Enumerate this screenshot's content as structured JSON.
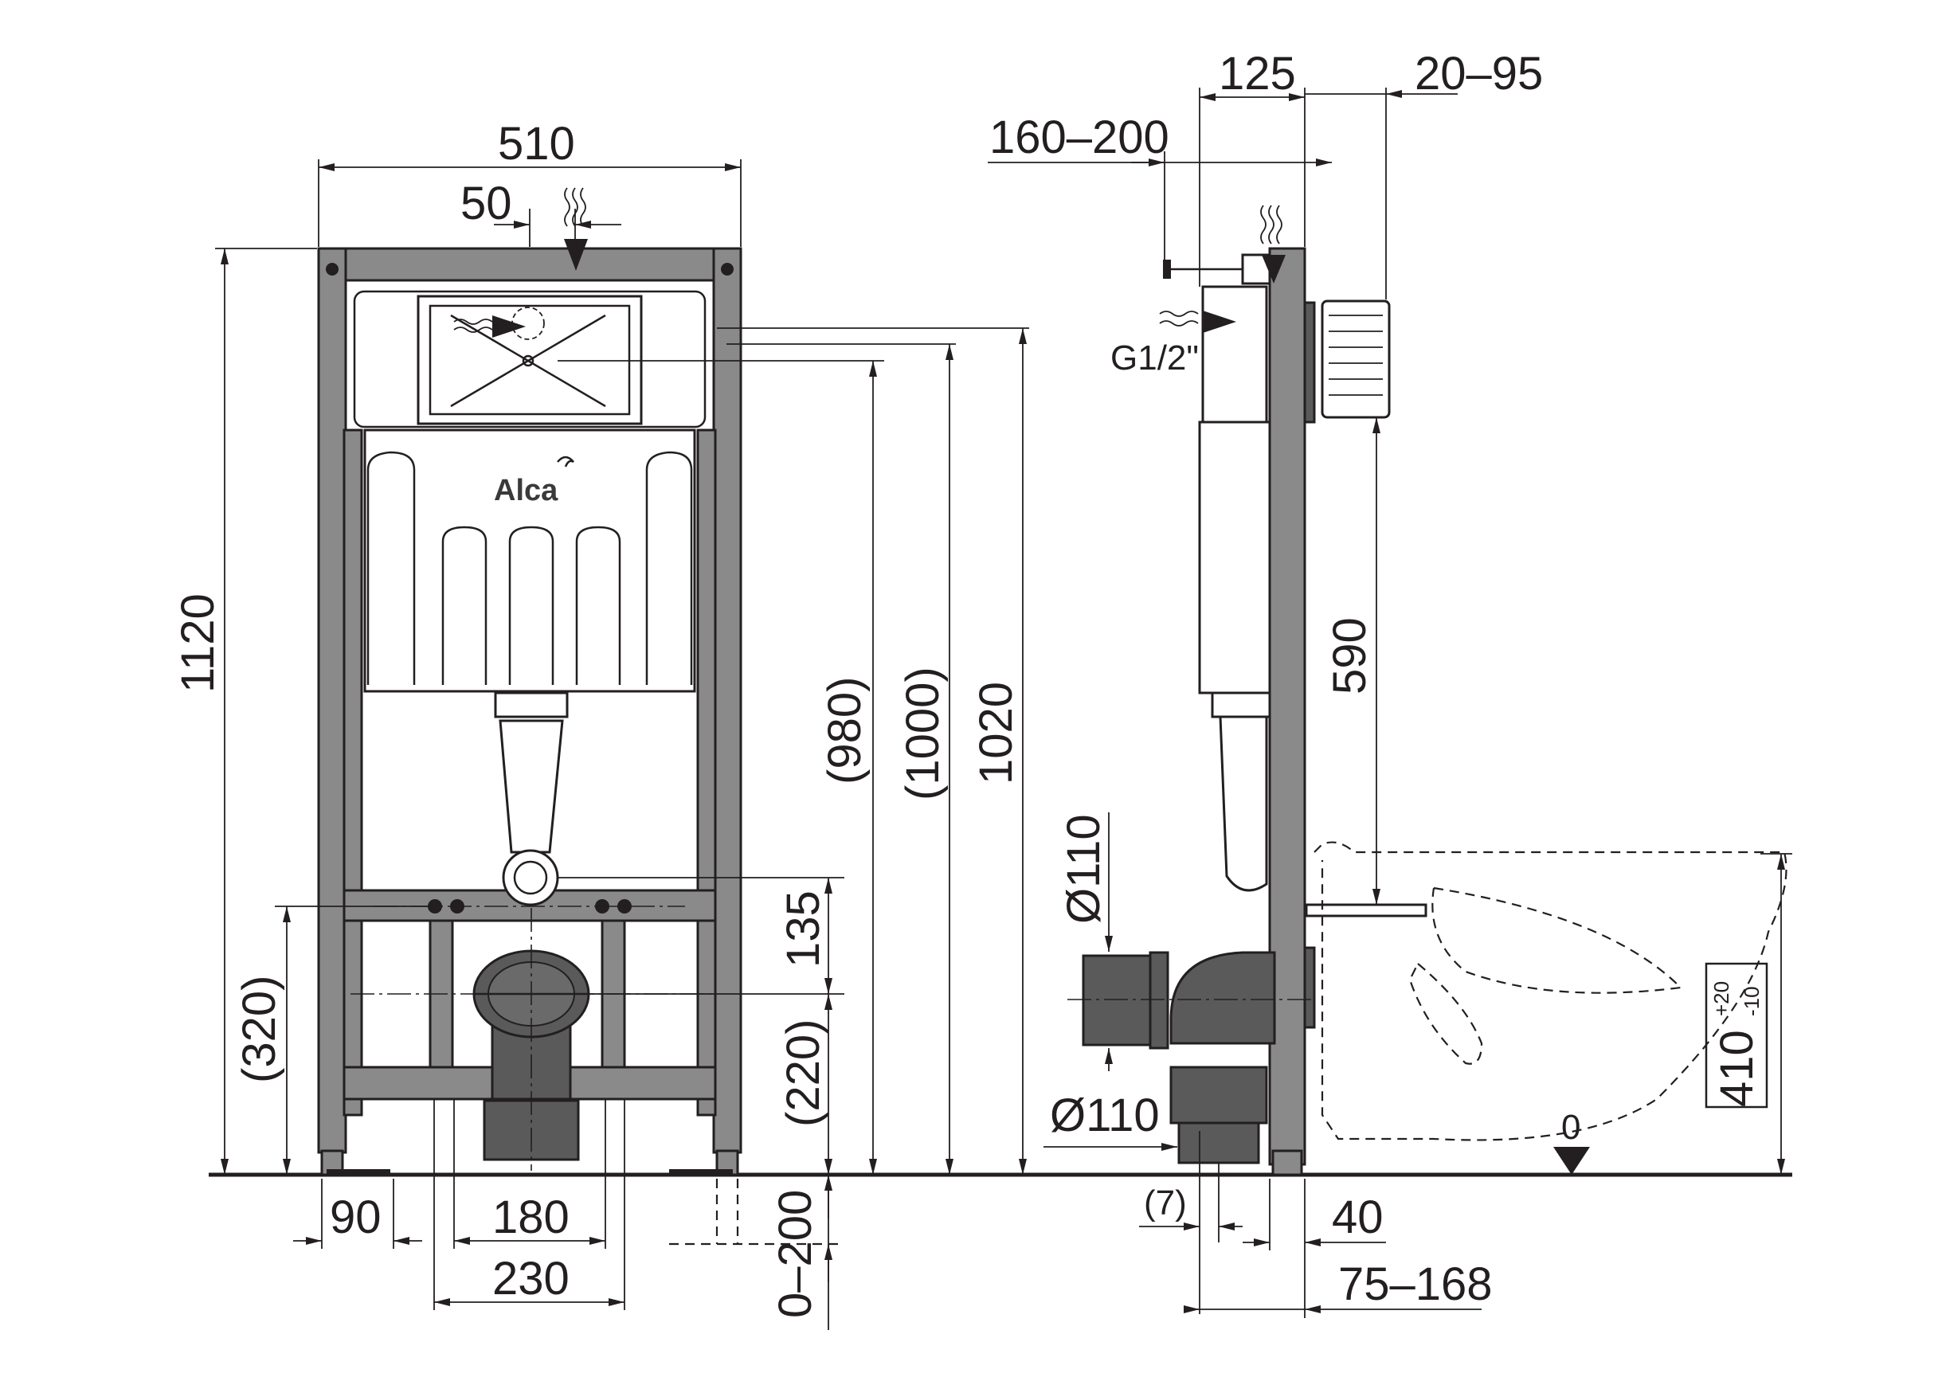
{
  "front_view": {
    "width": "510",
    "offset_top": "50",
    "height_total": "1120",
    "height_980": "(980)",
    "height_1000": "(1000)",
    "height_1020": "1020",
    "height_320": "(320)",
    "dim_135": "135",
    "dim_220": "(220)",
    "dim_0_200": "0–200",
    "foot_90": "90",
    "dim_180": "180",
    "dim_230": "230",
    "logo": "Alca"
  },
  "side_view": {
    "dim_125": "125",
    "dim_20_95": "20–95",
    "dim_160_200": "160–200",
    "thread": "G1/2\"",
    "dim_590": "590",
    "diam_110_upper": "Ø110",
    "diam_110_lower": "Ø110",
    "dim_7": "(7)",
    "dim_40": "40",
    "dim_75_168": "75–168",
    "height_410": "410",
    "tol_plus": "+20",
    "tol_minus": "-10",
    "floor_level": "0"
  }
}
